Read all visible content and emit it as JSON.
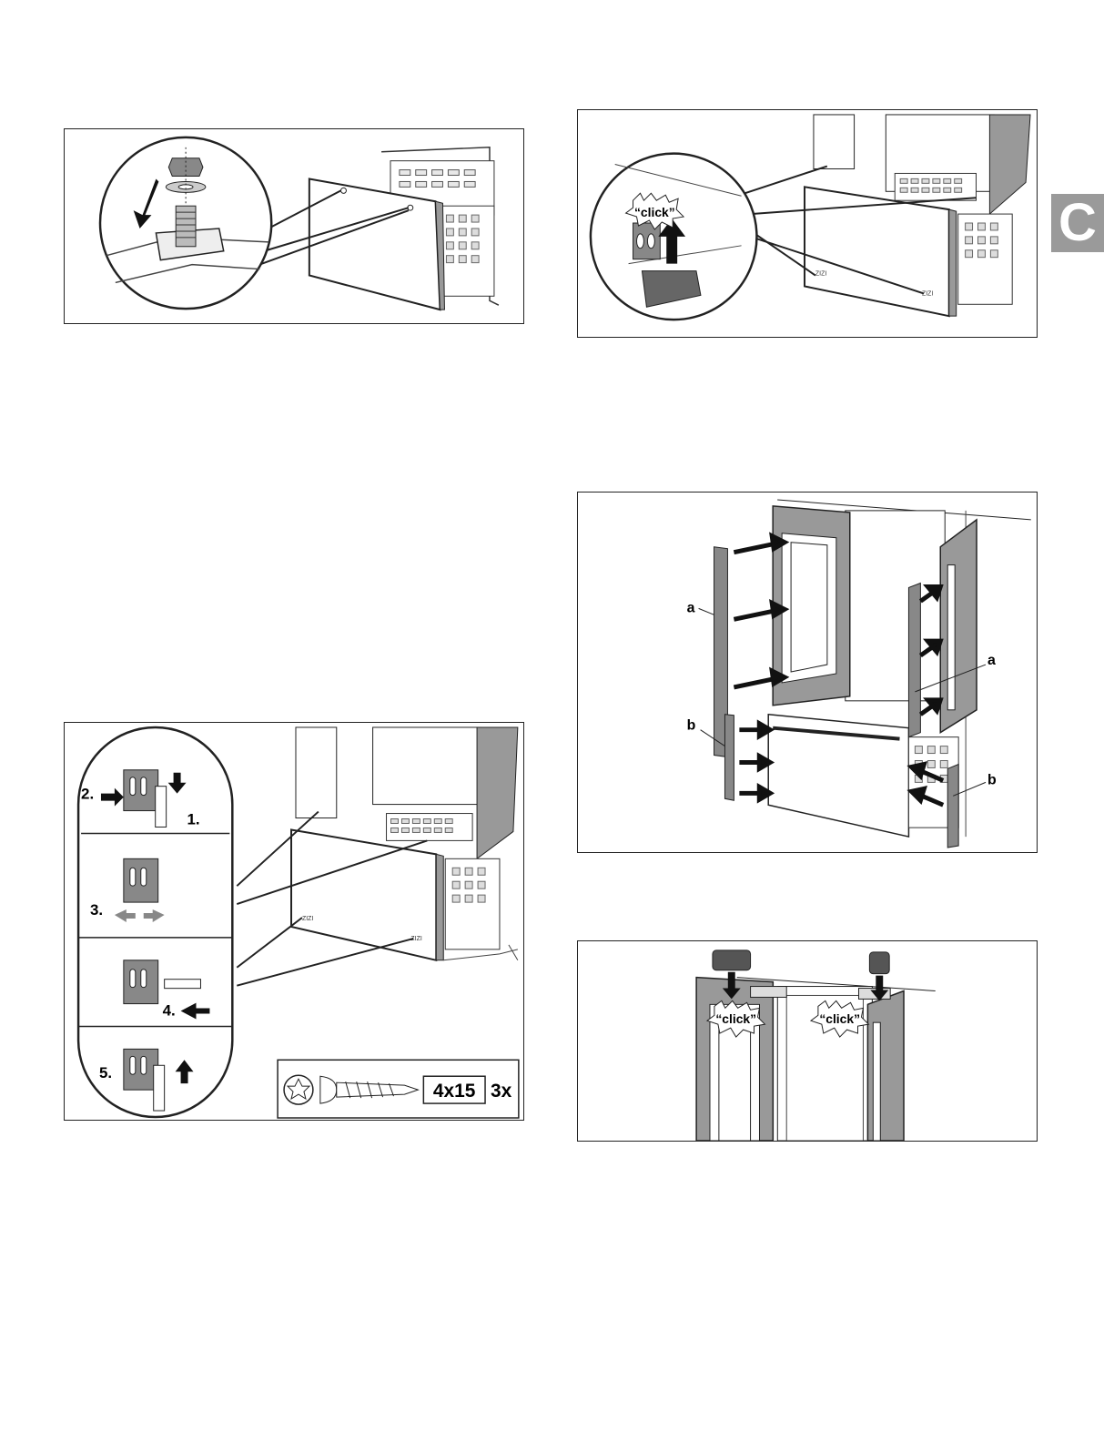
{
  "section_tab": {
    "letter": "C"
  },
  "figures": {
    "nut_mount": {},
    "clip_click": {
      "click_label": "“click”"
    },
    "trims": {
      "label_a_left": "a",
      "label_a_right": "a",
      "label_b_left": "b",
      "label_b_right": "b"
    },
    "screw_steps": {
      "steps": [
        "1.",
        "2.",
        "3.",
        "4.",
        "5."
      ],
      "screw_size": "4x15",
      "screw_qty": "3x"
    },
    "caps_click": {
      "click_left": "“click”",
      "click_right": "“click”"
    }
  }
}
